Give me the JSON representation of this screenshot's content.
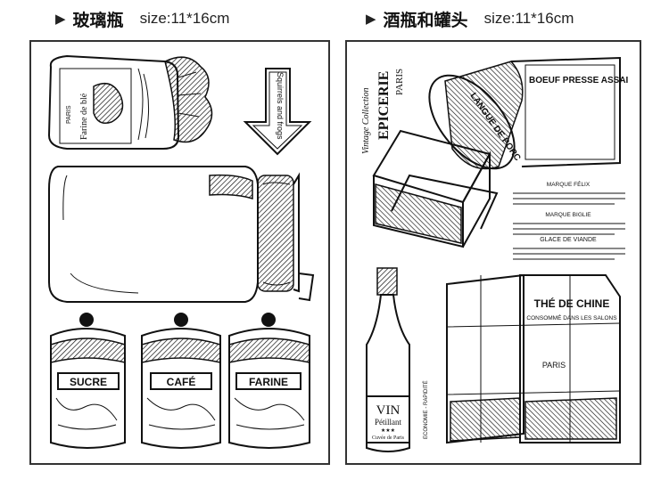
{
  "headers": {
    "left": {
      "marker": "▶",
      "title": "玻璃瓶",
      "size": "size:11*16cm"
    },
    "right": {
      "marker": "▶",
      "title": "酒瓶和罐头",
      "size": "size:11*16cm"
    }
  },
  "left_panel": {
    "bag_label": "Farine de blé",
    "bag_city": "PARIS",
    "arrow_label": "Squirrels and frogs",
    "canisters": [
      "SUCRE",
      "CAFÉ",
      "FARINE"
    ]
  },
  "right_panel": {
    "vertical_title_1": "Vintage Collection",
    "vertical_title_2": "EPICERIE",
    "vertical_title_3": "PARIS",
    "tin_text_1": "LANGUE DE PORC",
    "tin_text_2": "BOEUF PRESSE ASSAI",
    "ad_line_1": "MARQUE FÉLIX",
    "ad_line_2": "MARQUE BIGLIE",
    "ad_line_3": "GLACE DE VIANDE",
    "bottle_vin": "VIN",
    "bottle_petillant": "Pétillant",
    "bottle_stars": "★★★",
    "bottle_cuvee": "Cuvée de Paris",
    "bottle_side": "ECONOMIE - RAPIDITÉ",
    "tea_text_1": "THÉ DE CHINE",
    "tea_text_2": "CONSOMMÉ DANS LES SALONS",
    "tea_text_3": "PARIS"
  }
}
